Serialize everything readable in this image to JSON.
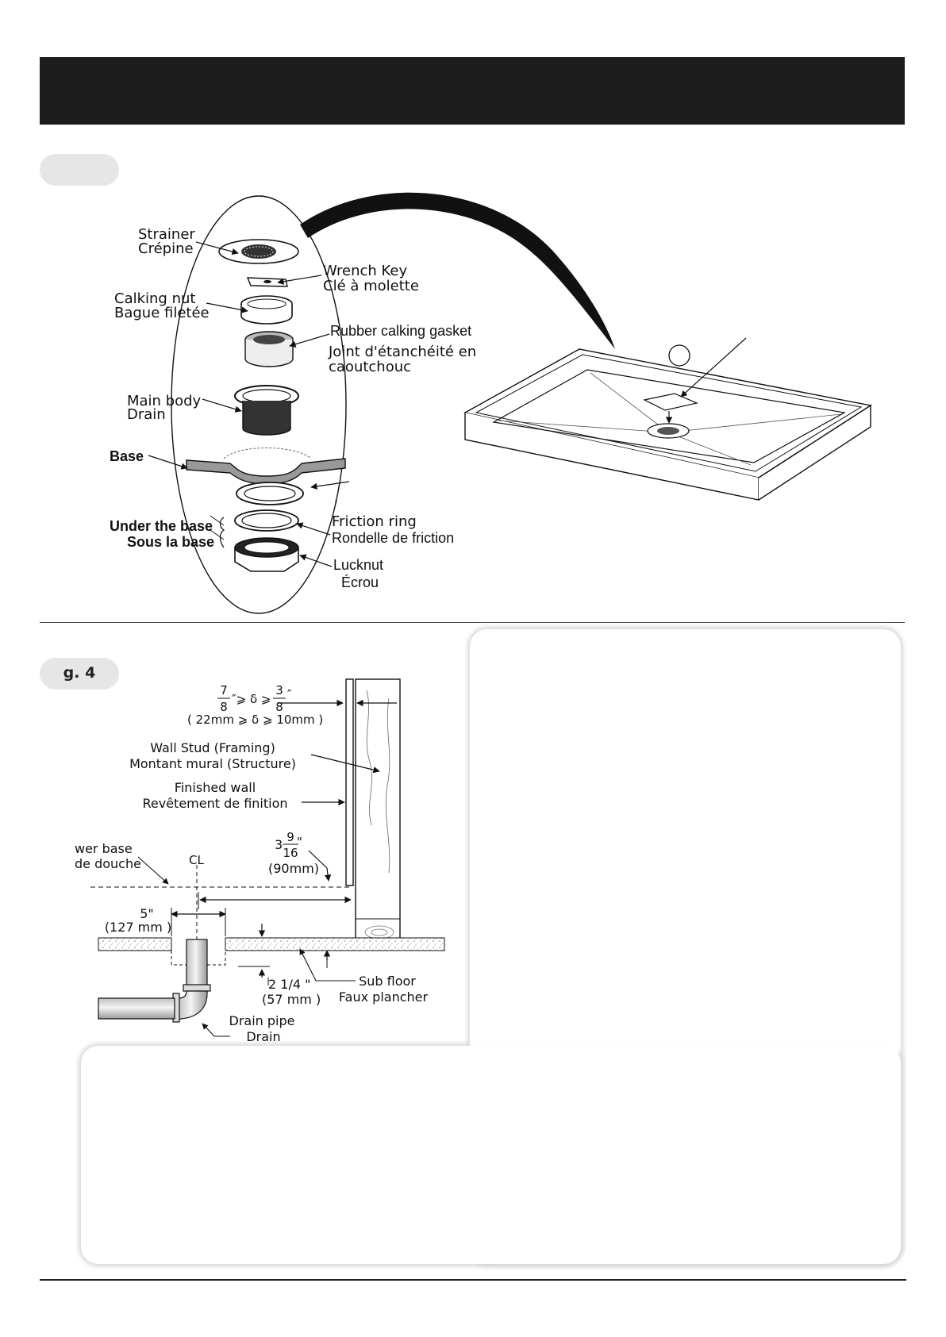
{
  "header": {
    "title": ""
  },
  "section_top": {
    "pill_label": ""
  },
  "exploded_view": {
    "strainer": [
      "Strainer",
      "Crépine"
    ],
    "wrench_key": [
      "Wrench Key",
      "Clé à molette"
    ],
    "calking_nut": [
      "Calking nut",
      "Bague filetée"
    ],
    "rubber_gasket": [
      "Rubber calking gasket",
      "Joint d'étanchéité en",
      "caoutchouc"
    ],
    "main_body": [
      "Main body",
      "Drain"
    ],
    "base": "Base",
    "under_base": [
      "Under the base",
      "Sous la base"
    ],
    "friction_ring": [
      "Friction ring",
      "Rondelle de friction"
    ],
    "lucknut": [
      "Lucknut",
      "Écrou"
    ],
    "small_mark": ","
  },
  "section_fig4": {
    "pill_label": "g. 4",
    "gap_fraction_left": {
      "num": "7",
      "den": "8"
    },
    "gap_fraction_right": {
      "num": "3",
      "den": "8"
    },
    "gap_symbols": "″⩾ δ ⩾",
    "gap_inch_mark": "″",
    "gap_metric": "( 22mm ⩾ δ ⩾ 10mm )",
    "wall_stud": [
      "Wall Stud (Framing)",
      "Montant mural (Structure)"
    ],
    "finished_wall": [
      "Finished wall",
      "Revêtement de finition"
    ],
    "shower_base": [
      "wer base",
      "de douche"
    ],
    "centerline": "CL",
    "offset_whole": "3",
    "offset_num": "9",
    "offset_den": "16",
    "offset_inch": "\"",
    "offset_metric": "(90mm)",
    "drain_width": [
      "5\"",
      "(127 mm )"
    ],
    "drop": [
      "2 1/4 \"",
      "(57 mm )"
    ],
    "sub_floor": [
      "Sub floor",
      "Faux plancher"
    ],
    "drain_pipe": [
      "Drain pipe",
      "Drain"
    ]
  },
  "colors": {
    "header_bar": "#1c1c1c",
    "pill_bg": "#e6e6e6",
    "panel_shadow": "#d9d9d9"
  }
}
